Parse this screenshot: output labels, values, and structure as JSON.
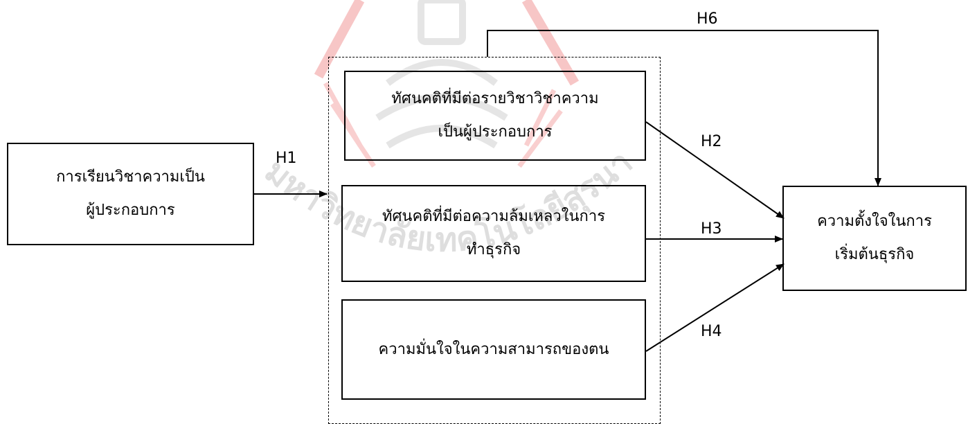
{
  "diagram": {
    "nodes": {
      "learning": "การเรียนวิชาความเป็น\nผู้ประกอบการ",
      "attitude_course": "ทัศนคติที่มีต่อรายวิชาวิชาความ\nเป็นผู้ประกอบการ",
      "attitude_failure": "ทัศนคติที่มีต่อความล้มเหลวในการ\nทำธุรกิจ",
      "self_efficacy": "ความมั่นใจในความสามารถของตน",
      "intention": "ความตั้งใจในการ\nเริ่มต้นธุรกิจ"
    },
    "edges": [
      {
        "label": "H1",
        "from": "learning",
        "to": "mediator-group"
      },
      {
        "label": "H2",
        "from": "attitude_course",
        "to": "intention"
      },
      {
        "label": "H3",
        "from": "attitude_failure",
        "to": "intention"
      },
      {
        "label": "H4",
        "from": "self_efficacy",
        "to": "intention"
      },
      {
        "label": "H6",
        "from": "mediator-group",
        "to": "intention"
      }
    ],
    "watermark_text": "มหาวิทยาลัยเทคโนโลยีสุรนารี",
    "colors": {
      "line": "#000000",
      "watermark": "#f4a8a8"
    }
  }
}
